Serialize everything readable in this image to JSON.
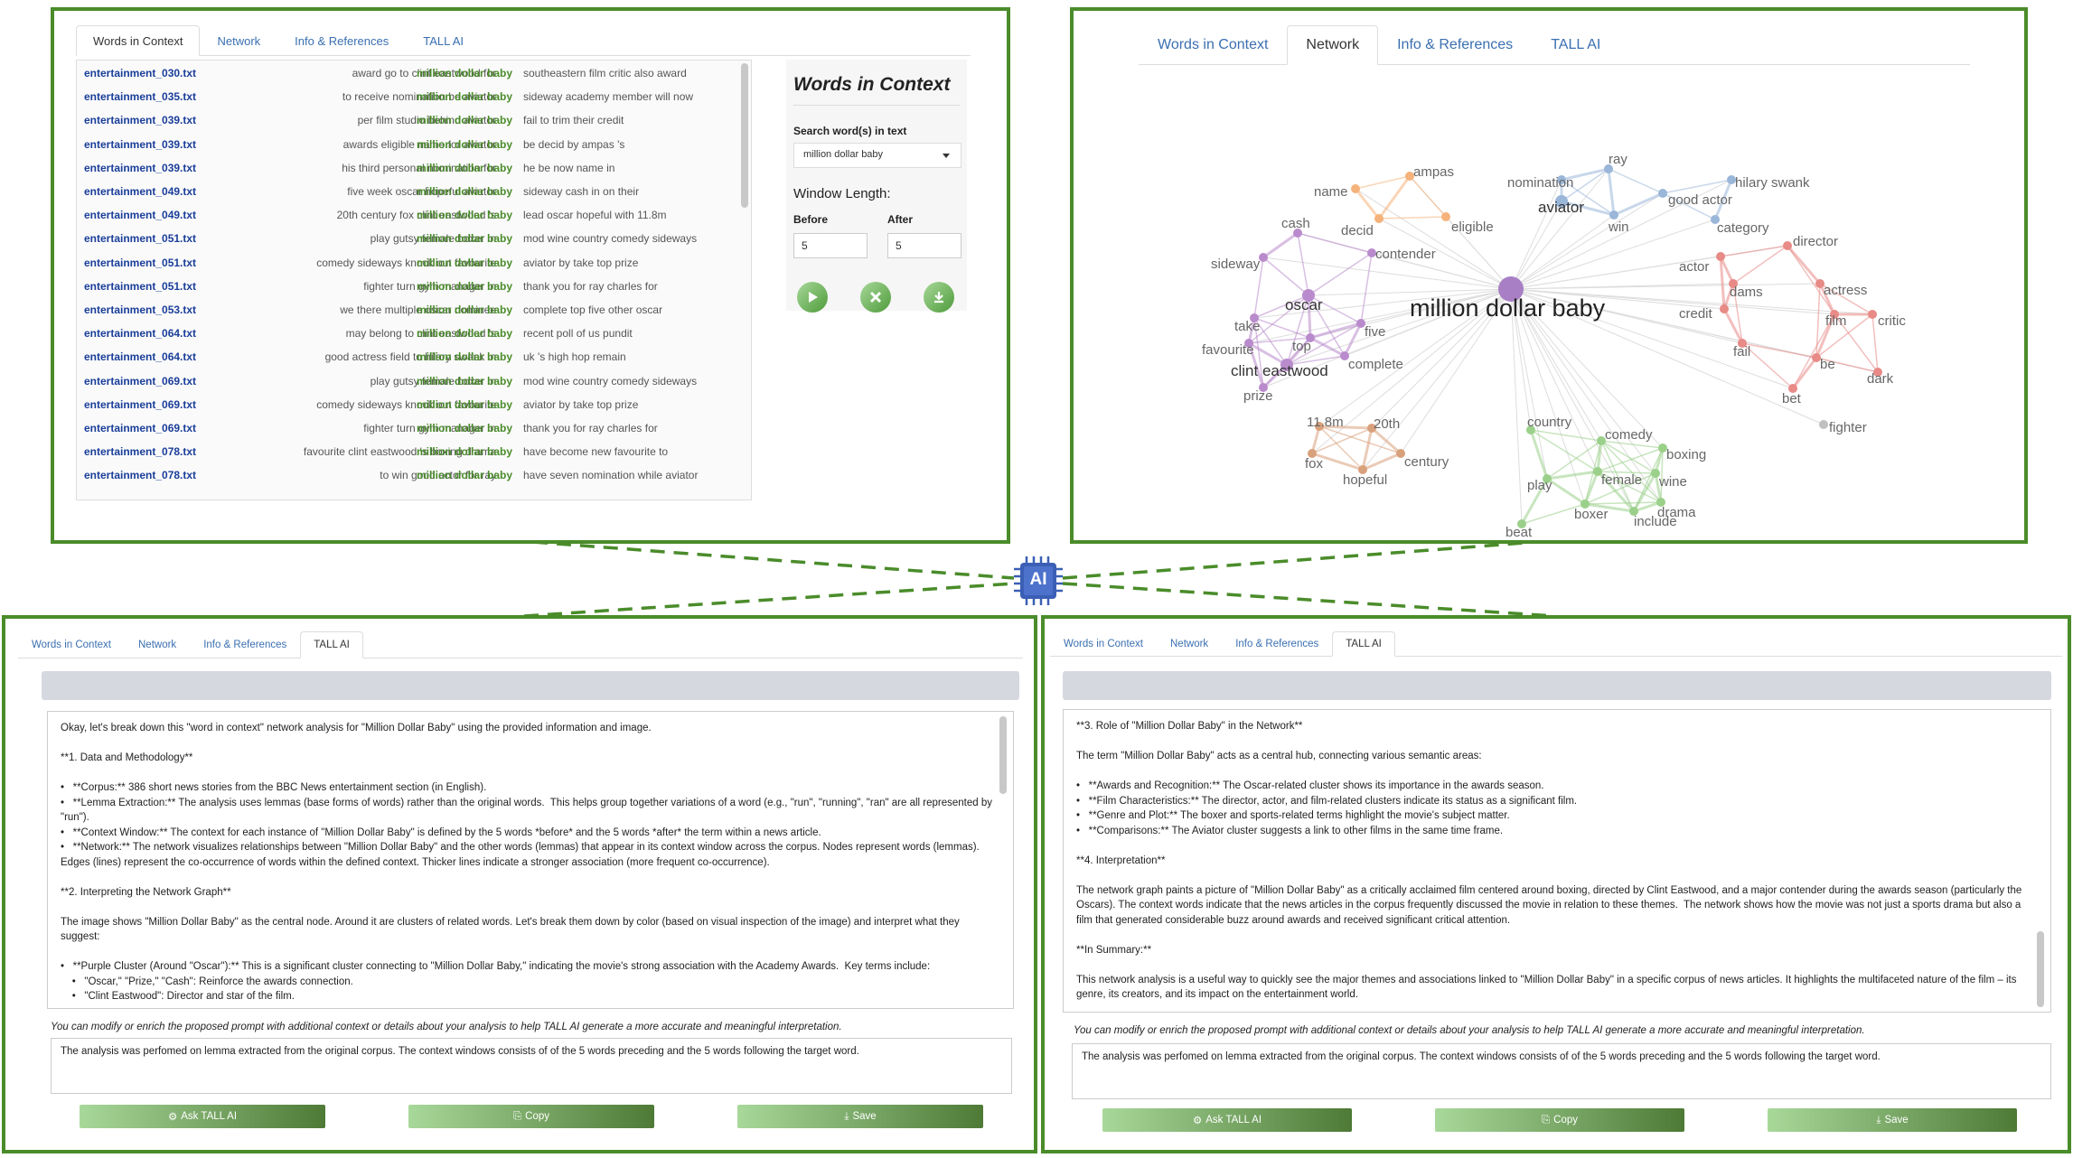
{
  "tabs": [
    "Words in Context",
    "Network",
    "Info & References",
    "TALL AI"
  ],
  "wic": {
    "rows": [
      {
        "file": "entertainment_030.txt",
        "left": "award go to clint eastwood for",
        "kw": "million dollar baby",
        "right": "southeastern film critic also award"
      },
      {
        "file": "entertainment_035.txt",
        "left": "to receive nomination be aviator",
        "kw": "million dollar baby",
        "right": "sideway academy member will now"
      },
      {
        "file": "entertainment_039.txt",
        "left": "per film studio behind aviator",
        "kw": "million dollar baby",
        "right": "fail to trim their credit"
      },
      {
        "file": "entertainment_039.txt",
        "left": "awards eligible name for aviator",
        "kw": "million dollar baby",
        "right": "be decid by ampas 's"
      },
      {
        "file": "entertainment_039.txt",
        "left": "his third personal nomination for",
        "kw": "million dollar baby",
        "right": "he be now name in"
      },
      {
        "file": "entertainment_049.txt",
        "left": "five week oscar hopeful aviator",
        "kw": "million dollar baby",
        "right": "sideway cash in on their"
      },
      {
        "file": "entertainment_049.txt",
        "left": "20th century fox clint eastwood 's",
        "kw": "million dollar baby",
        "right": "lead oscar hopeful with 11.8m"
      },
      {
        "file": "entertainment_051.txt",
        "left": "play gutsy female boxer in",
        "kw": "million dollar baby",
        "right": "mod wine country comedy sideways"
      },
      {
        "file": "entertainment_051.txt",
        "left": "comedy sideways knock out favourite",
        "kw": "million dollar baby",
        "right": "aviator by take top prize"
      },
      {
        "file": "entertainment_051.txt",
        "left": "fighter turn gym manager in",
        "kw": "million dollar baby",
        "right": "thank you for ray charles for"
      },
      {
        "file": "entertainment_053.txt",
        "left": "we there multiple oscar nominee",
        "kw": "million dollar baby",
        "right": "complete top five other oscar"
      },
      {
        "file": "entertainment_064.txt",
        "left": "may belong to clint eastwood 's",
        "kw": "million dollar baby",
        "right": "recent poll of us pundit"
      },
      {
        "file": "entertainment_064.txt",
        "left": "good actress field to hilary swank in",
        "kw": "million dollar baby",
        "right": "uk 's high hop remain"
      },
      {
        "file": "entertainment_069.txt",
        "left": "play gutsy female boxer in",
        "kw": "million dollar baby",
        "right": "mod wine country comedy sideways"
      },
      {
        "file": "entertainment_069.txt",
        "left": "comedy sideways knock out favourite",
        "kw": "million dollar baby",
        "right": "aviator by take top prize"
      },
      {
        "file": "entertainment_069.txt",
        "left": "fighter turn gym manager in",
        "kw": "million dollar baby",
        "right": "thank you for ray charles for"
      },
      {
        "file": "entertainment_078.txt",
        "left": "favourite clint eastwood 's boxing drama",
        "kw": "million dollar baby",
        "right": "have become new favourite to"
      },
      {
        "file": "entertainment_078.txt",
        "left": "to win good actor for ray",
        "kw": "million dollar baby",
        "right": "have seven nomination while aviator"
      }
    ],
    "side_title": "Words in Context",
    "search_label": "Search word(s) in text",
    "search_value": "million dollar baby",
    "window_label": "Window Length:",
    "before_label": "Before",
    "after_label": "After",
    "before_value": "5",
    "after_value": "5"
  },
  "network": {
    "center": "million dollar baby",
    "nodes": [
      {
        "label": "name",
        "cluster": "orange"
      },
      {
        "label": "ampas",
        "cluster": "orange"
      },
      {
        "label": "decid",
        "cluster": "orange"
      },
      {
        "label": "eligible",
        "cluster": "orange"
      },
      {
        "label": "nomination",
        "cluster": "blue"
      },
      {
        "label": "ray",
        "cluster": "blue"
      },
      {
        "label": "good actor",
        "cluster": "blue"
      },
      {
        "label": "hilary swank",
        "cluster": "blue"
      },
      {
        "label": "aviator",
        "cluster": "blue"
      },
      {
        "label": "win",
        "cluster": "blue"
      },
      {
        "label": "category",
        "cluster": "blue"
      },
      {
        "label": "cash",
        "cluster": "purple"
      },
      {
        "label": "contender",
        "cluster": "purple"
      },
      {
        "label": "sideway",
        "cluster": "purple"
      },
      {
        "label": "oscar",
        "cluster": "purple"
      },
      {
        "label": "take",
        "cluster": "purple"
      },
      {
        "label": "five",
        "cluster": "purple"
      },
      {
        "label": "top",
        "cluster": "purple"
      },
      {
        "label": "favourite",
        "cluster": "purple"
      },
      {
        "label": "complete",
        "cluster": "purple"
      },
      {
        "label": "clint eastwood",
        "cluster": "purple"
      },
      {
        "label": "prize",
        "cluster": "purple"
      },
      {
        "label": "director",
        "cluster": "red"
      },
      {
        "label": "actor",
        "cluster": "red"
      },
      {
        "label": "dams",
        "cluster": "red"
      },
      {
        "label": "actress",
        "cluster": "red"
      },
      {
        "label": "credit",
        "cluster": "red"
      },
      {
        "label": "film",
        "cluster": "red"
      },
      {
        "label": "critic",
        "cluster": "red"
      },
      {
        "label": "fail",
        "cluster": "red"
      },
      {
        "label": "be",
        "cluster": "red"
      },
      {
        "label": "dark",
        "cluster": "red"
      },
      {
        "label": "bet",
        "cluster": "red"
      },
      {
        "label": "fighter",
        "cluster": "gray"
      },
      {
        "label": "11.8m",
        "cluster": "brown"
      },
      {
        "label": "20th",
        "cluster": "brown"
      },
      {
        "label": "fox",
        "cluster": "brown"
      },
      {
        "label": "century",
        "cluster": "brown"
      },
      {
        "label": "hopeful",
        "cluster": "brown"
      },
      {
        "label": "country",
        "cluster": "green"
      },
      {
        "label": "comedy",
        "cluster": "green"
      },
      {
        "label": "boxing",
        "cluster": "green"
      },
      {
        "label": "play",
        "cluster": "green"
      },
      {
        "label": "female",
        "cluster": "green"
      },
      {
        "label": "wine",
        "cluster": "green"
      },
      {
        "label": "drama",
        "cluster": "green"
      },
      {
        "label": "boxer",
        "cluster": "green"
      },
      {
        "label": "include",
        "cluster": "green"
      },
      {
        "label": "beat",
        "cluster": "green"
      }
    ]
  },
  "ai_left": {
    "text": "Okay, let's break down this \"word in context\" network analysis for \"Million Dollar Baby\" using the provided information and image.\n\n**1. Data and Methodology**\n\n•   **Corpus:** 386 short news stories from the BBC News entertainment section (in English).\n•   **Lemma Extraction:** The analysis uses lemmas (base forms of words) rather than the original words.  This helps group together variations of a word (e.g., \"run\", \"running\", \"ran\" are all represented by \"run\").\n•   **Context Window:** The context for each instance of \"Million Dollar Baby\" is defined by the 5 words *before* and the 5 words *after* the term within a news article.\n•   **Network:** The network visualizes relationships between \"Million Dollar Baby\" and the other words (lemmas) that appear in its context window across the corpus. Nodes represent words (lemmas). Edges (lines) represent the co-occurrence of words within the defined context. Thicker lines indicate a stronger association (more frequent co-occurrence).\n\n**2. Interpreting the Network Graph**\n\nThe image shows \"Million Dollar Baby\" as the central node. Around it are clusters of related words. Let's break them down by color (based on visual inspection of the image) and interpret what they suggest:\n\n•   **Purple Cluster (Around \"Oscar\"):** This is a significant cluster connecting to \"Million Dollar Baby,\" indicating the movie's strong association with the Academy Awards.  Key terms include:\n    •   \"Oscar,\" \"Prize,\" \"Cash\": Reinforce the awards connection.\n    •   \"Clint Eastwood\": Director and star of the film."
  },
  "ai_right": {
    "text": "**3. Role of \"Million Dollar Baby\" in the Network**\n\nThe term \"Million Dollar Baby\" acts as a central hub, connecting various semantic areas:\n\n•   **Awards and Recognition:** The Oscar-related cluster shows its importance in the awards season.\n•   **Film Characteristics:** The director, actor, and film-related clusters indicate its status as a significant film.\n•   **Genre and Plot:** The boxer and sports-related terms highlight the movie's subject matter.\n•   **Comparisons:** The Aviator cluster suggests a link to other films in the same time frame.\n\n**4. Interpretation**\n\nThe network graph paints a picture of \"Million Dollar Baby\" as a critically acclaimed film centered around boxing, directed by Clint Eastwood, and a major contender during the awards season (particularly the Oscars). The context words indicate that the news articles in the corpus frequently discussed the movie in relation to these themes.  The network shows how the movie was not just a sports drama but also a film that generated considerable buzz around awards and received significant critical attention.\n\n**In Summary:**\n\nThis network analysis is a useful way to quickly see the major themes and associations linked to \"Million Dollar Baby\" in a specific corpus of news articles. It highlights the multifaceted nature of the film – its genre, its creators, and its impact on the entertainment world."
  },
  "ai_common": {
    "hint": "You can modify or enrich the proposed prompt with additional context or details about your analysis to help TALL AI generate a more accurate and meaningful interpretation.",
    "prompt": "The analysis was perfomed on lemma extracted from the original corpus. The context windows consists of of the 5 words preceding and the 5 words following the target word.",
    "ask_label": "Ask TALL AI",
    "copy_label": "Copy",
    "save_label": "Save"
  },
  "ai_chip_label": "AI",
  "colors": {
    "frame": "#4a8c2a",
    "keyword": "#4a8c2a",
    "file": "#1a3e99",
    "tab_link": "#3a6fb0"
  }
}
